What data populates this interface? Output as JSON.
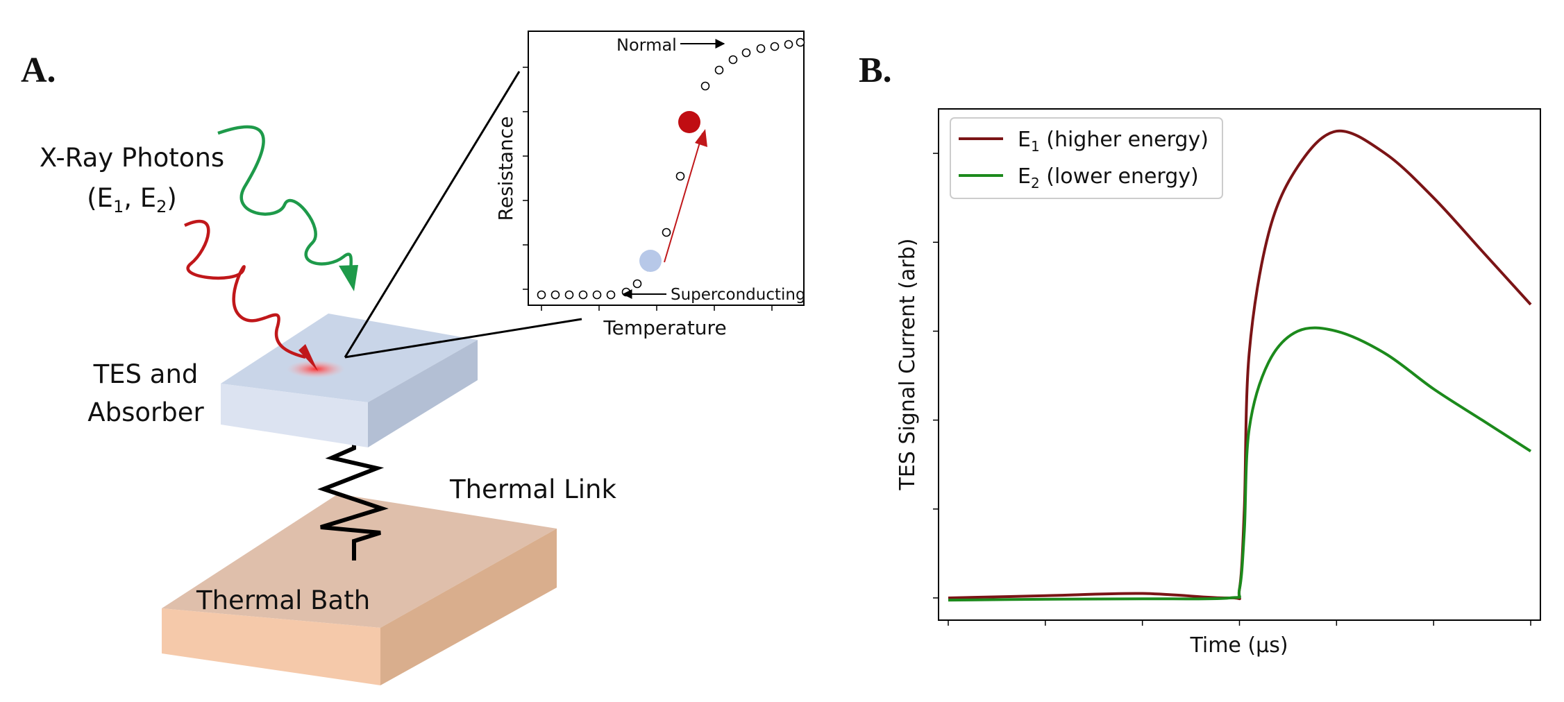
{
  "panel_a": {
    "label": "A.",
    "photons_label_line1": "X-Ray Photons",
    "photons_label_line2_prefix": "(E",
    "photons_label_line2_sub1": "1",
    "photons_label_line2_mid": ", E",
    "photons_label_line2_sub2": "2",
    "photons_label_line2_suffix": ")",
    "tes_label_line1": "TES and",
    "tes_label_line2": "Absorber",
    "thermal_link_label": "Thermal Link",
    "thermal_bath_label": "Thermal Bath",
    "inset": {
      "ylabel": "Resistance",
      "xlabel": "Temperature",
      "normal_label": "Normal",
      "superconducting_label": "Superconducting"
    },
    "colors": {
      "red_photon": "#c0171a",
      "green_photon": "#1e9a4a",
      "tes_top": "#c9d5e8",
      "tes_front": "#dce3f1",
      "tes_side": "#b3bfd4",
      "bath_top": "#dfbfab",
      "bath_front": "#f5c9aa",
      "bath_side": "#d9ae8d"
    }
  },
  "panel_b": {
    "label": "B.",
    "chart_data": {
      "type": "line",
      "xlabel": "Time (µs)",
      "ylabel": "TES Signal Current (arb)",
      "grid": false,
      "legend_placement": "top-left",
      "series": [
        {
          "name_prefix": "E",
          "name_sub": "1",
          "name_suffix": " (higher energy)",
          "color": "#7b1416",
          "x": [
            0,
            1,
            2,
            2.9,
            3.0,
            3.05,
            3.1,
            3.3,
            3.6,
            4.0,
            4.5,
            5.0,
            5.5,
            6.0
          ],
          "y": [
            0.0,
            0.005,
            0.01,
            0.0,
            0.02,
            0.2,
            0.55,
            0.82,
            0.97,
            1.05,
            1.0,
            0.9,
            0.78,
            0.66
          ]
        },
        {
          "name_prefix": "E",
          "name_sub": "2",
          "name_suffix": " (lower energy)",
          "color": "#1c8a1c",
          "x": [
            0,
            1,
            2,
            2.9,
            3.0,
            3.05,
            3.1,
            3.3,
            3.6,
            4.0,
            4.5,
            5.0,
            5.5,
            6.0
          ],
          "y": [
            -0.005,
            -0.003,
            -0.002,
            0.0,
            0.02,
            0.15,
            0.38,
            0.53,
            0.6,
            0.6,
            0.55,
            0.47,
            0.4,
            0.33
          ]
        }
      ],
      "xlim": [
        -0.1,
        6.1
      ],
      "ylim": [
        -0.05,
        1.1
      ]
    }
  }
}
